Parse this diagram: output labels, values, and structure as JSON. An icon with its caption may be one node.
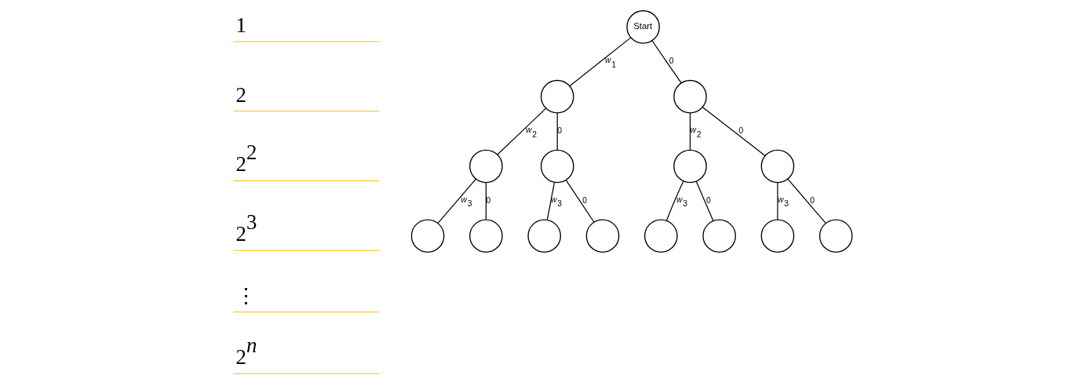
{
  "diagram": {
    "nodes": [
      {
        "text": [
          "Start"
        ]
      },
      {
        "text": [],
        "shape": "circle"
      },
      {
        "text": [],
        "shape": "circle"
      },
      {
        "text": [],
        "shape": "circle"
      },
      {
        "text": [],
        "shape": "circle"
      },
      {
        "text": [],
        "shape": "circle"
      },
      {
        "text": [],
        "shape": "circle"
      },
      {
        "text": [],
        "shape": "circle"
      },
      {
        "text": [],
        "shape": "circle"
      },
      {
        "text": [],
        "shape": "circle"
      },
      {
        "text": [],
        "shape": "circle"
      },
      {
        "text": [],
        "shape": "circle"
      },
      {
        "text": [],
        "shape": "circle"
      },
      {
        "text": [],
        "shape": "circle"
      },
      {
        "text": [],
        "shape": "circle"
      }
    ],
    "edges": [
      {
        "from": 0,
        "to": 1,
        "arrow": "none",
        "label": "w$_{1}$"
      },
      {
        "from": 0,
        "to": 2,
        "arrow": "none",
        "label": "0"
      },
      {
        "from": 1,
        "to": 3,
        "arrow": "none",
        "label": "w$_{2}$"
      },
      {
        "from": 1,
        "to": 4,
        "arrow": "none",
        "label": "0"
      },
      {
        "from": 2,
        "to": 5,
        "arrow": "none",
        "label": "w$_{2}$"
      },
      {
        "from": 2,
        "to": 6,
        "arrow": "none",
        "label": "0"
      },
      {
        "from": 3,
        "to": 7,
        "arrow": "none",
        "label": "w$_{3}$"
      },
      {
        "from": 3,
        "to": 8,
        "arrow": "none",
        "label": "0"
      },
      {
        "from": 4,
        "to": 9,
        "arrow": "none",
        "label": "w$_{3}$"
      },
      {
        "from": 4,
        "to": 10,
        "arrow": "none",
        "label": "0"
      },
      {
        "from": 5,
        "to": 11,
        "arrow": "none",
        "label": "w$_{3}$"
      },
      {
        "from": 5,
        "to": 12,
        "arrow": "none",
        "label": "0"
      },
      {
        "from": 6,
        "to": 13,
        "arrow": "none",
        "label": "w$_{3}$"
      },
      {
        "from": 6,
        "to": 14,
        "arrow": "none",
        "label": "0"
      }
    ],
    "labels": [
      "1",
      "2",
      "2$^{2}$",
      "2$^{3}$",
      "⋮",
      "2$^{n}$"
    ]
  }
}
